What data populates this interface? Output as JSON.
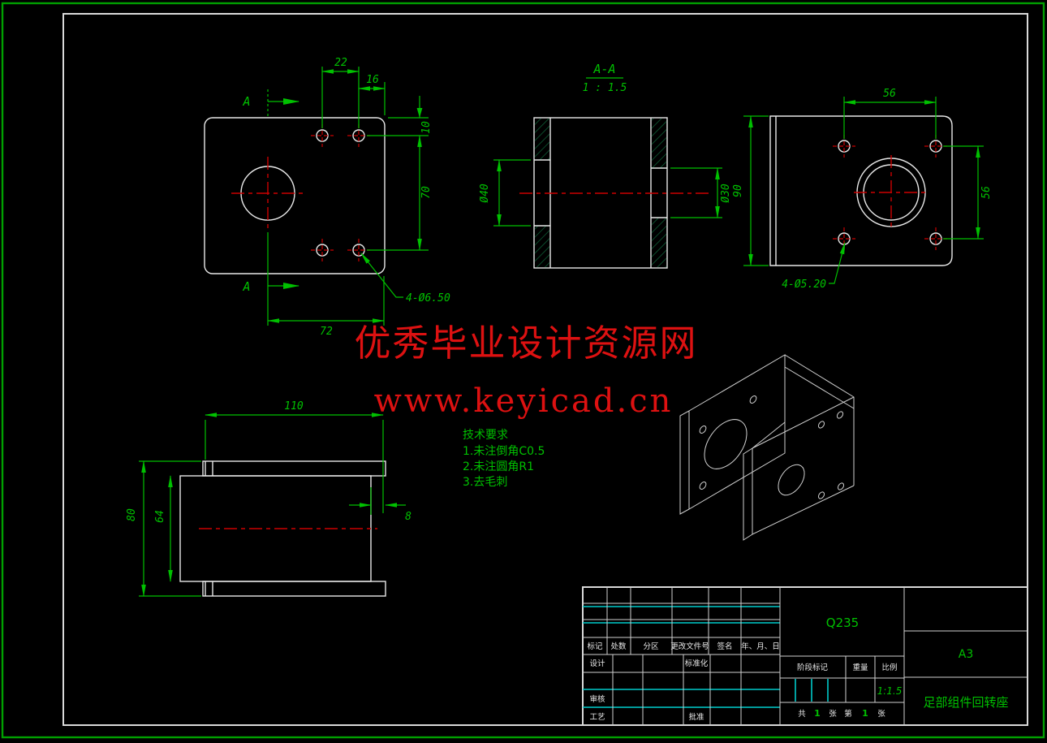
{
  "page": {
    "type": "cad-drawing-screenshot",
    "background": "#000000"
  },
  "colors": {
    "dimension_green": "#00c000",
    "geometry_white": "#e8e8e8",
    "centerline_red": "#cc0000",
    "table_cyan": "#00cccc",
    "watermark_red": "#dd1111",
    "hatch_green": "#0d5c34"
  },
  "watermark": {
    "line1": "优秀毕业设计资源网",
    "line2": "www.keyicad.cn"
  },
  "tech_requirements": {
    "title": "技术要求",
    "items": [
      "1.未注倒角C0.5",
      "2.未注圆角R1",
      "3.去毛刺"
    ]
  },
  "front_view": {
    "section_mark_top": "A",
    "section_mark_bottom": "A",
    "dim_hole_spacing": "22",
    "dim_hole_edge": "16",
    "dim_hole_top": "10",
    "dim_hole_vspacing": "70",
    "dim_center_width": "72",
    "hole_callout": "4-Ø6.50"
  },
  "section_view": {
    "label": "A-A",
    "scale": "1 : 1.5",
    "dim_bore_left": "Ø40",
    "dim_bore_right": "Ø30"
  },
  "side_view": {
    "dim_hole_hspacing": "56",
    "dim_height": "90",
    "dim_hole_vspacing": "56",
    "hole_callout": "4-Ø5.20"
  },
  "bottom_view": {
    "dim_length": "110",
    "dim_outer_height": "80",
    "dim_inner_height": "64",
    "dim_wall": "8"
  },
  "title_block": {
    "revision_headers": [
      "标记",
      "处数",
      "分区",
      "更改文件号",
      "签名",
      "年、月、日"
    ],
    "design_label": "设计",
    "standard_label": "标准化",
    "check_label": "审核",
    "process_label": "工艺",
    "approve_label": "批准",
    "material": "Q235",
    "stage_label": "阶段标记",
    "weight_label": "重量",
    "scale_label": "比例",
    "scale_value": "1:1.5",
    "sheet": {
      "total_label": "共",
      "total": "1",
      "unit1": "张",
      "no_label": "第",
      "no": "1",
      "unit2": "张"
    },
    "paper_size": "A3",
    "part_name": "足部组件回转座"
  }
}
